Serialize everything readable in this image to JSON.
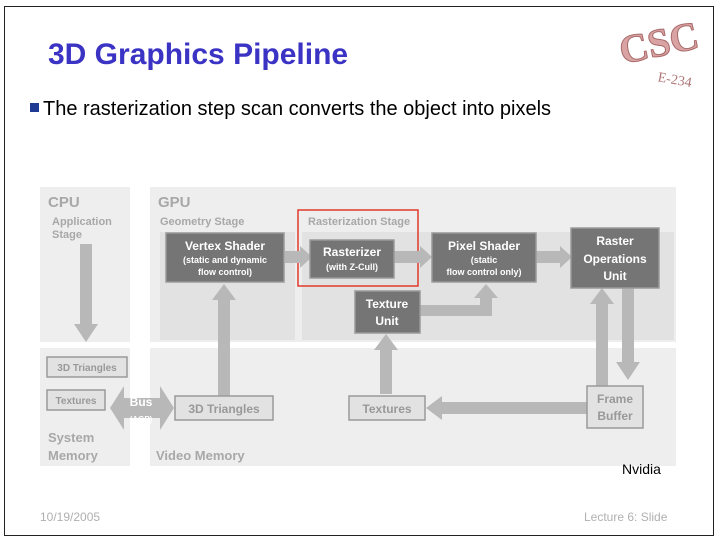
{
  "slide": {
    "title": "3D Graphics Pipeline",
    "bullet": "The rasterization step scan converts the object into pixels",
    "footer_date": "10/19/2005",
    "footer_lecture": "Lecture 6: Slide",
    "logo_text": "CSC",
    "logo_course": "E-234"
  },
  "diagram": {
    "credit": "Nvidia",
    "cpu": {
      "label": "CPU",
      "stage_line1": "Application",
      "stage_line2": "Stage"
    },
    "gpu": {
      "label": "GPU",
      "geometry_stage": "Geometry Stage",
      "rasterization_stage": "Rasterization Stage"
    },
    "vertex_shader": {
      "title": "Vertex Shader",
      "line1": "(static and dynamic",
      "line2": "flow control)"
    },
    "rasterizer": {
      "title": "Rasterizer",
      "line1": "(with Z-Cull)"
    },
    "pixel_shader": {
      "title": "Pixel Shader",
      "line1": "(static",
      "line2": "flow control only)"
    },
    "rop": {
      "line1": "Raster",
      "line2": "Operations",
      "line3": "Unit"
    },
    "texture_unit": {
      "line1": "Texture",
      "line2": "Unit"
    },
    "system_memory": {
      "triangles": "3D Triangles",
      "textures": "Textures",
      "label_line1": "System",
      "label_line2": "Memory"
    },
    "bus": {
      "label": "Bus",
      "sub": "(AGP)"
    },
    "video_memory": {
      "label": "Video Memory",
      "triangles": "3D Triangles",
      "textures": "Textures",
      "frame_line1": "Frame",
      "frame_line2": "Buffer"
    },
    "colors": {
      "dark_box": "#757575",
      "light_box": "#e2e2e2",
      "panel": "#eeeeee",
      "arrow": "#b8b8b8",
      "highlight": "#e03a2a",
      "label": "#a8a8a8"
    }
  }
}
